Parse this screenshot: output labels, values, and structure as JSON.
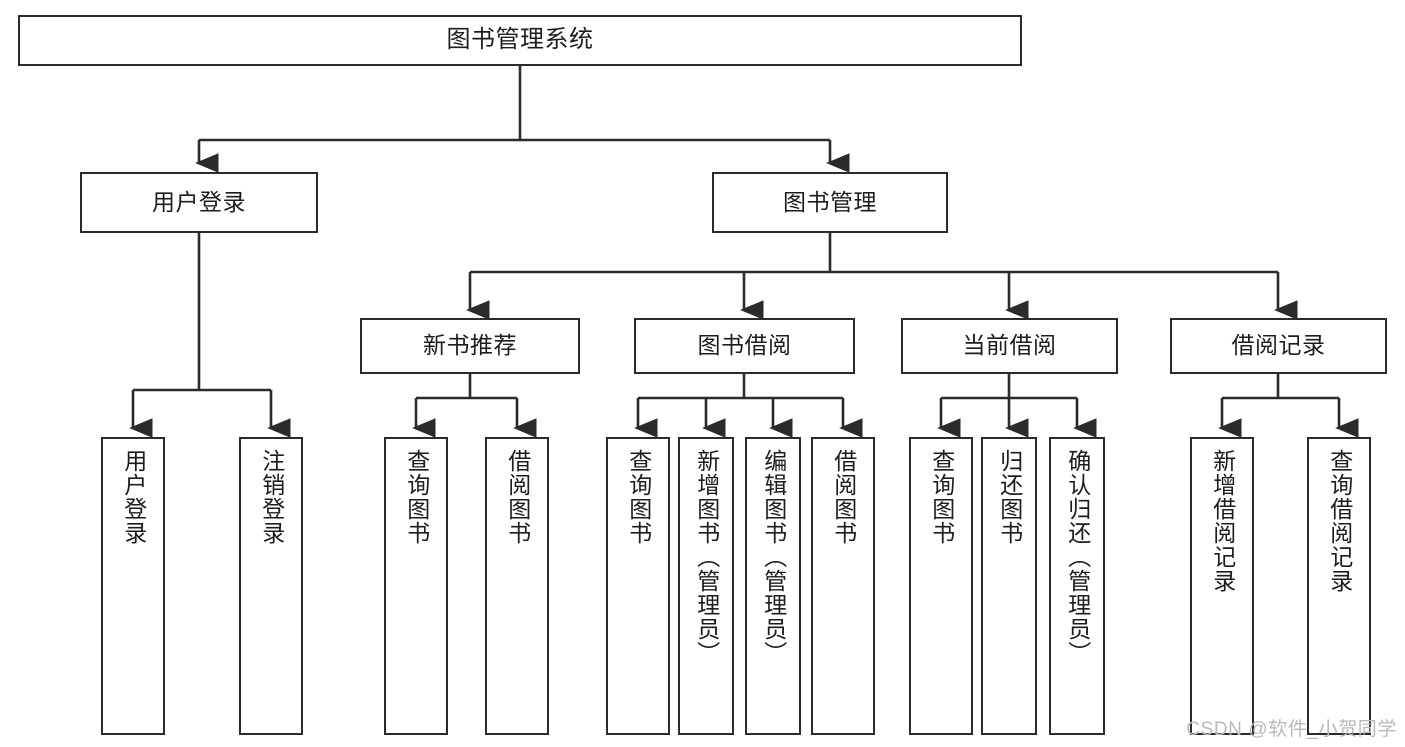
{
  "diagram": {
    "title": "图书管理系统",
    "watermark": "CSDN @软件_小贺同学",
    "stroke_color": "#2b2b2b",
    "background_color": "#ffffff",
    "text_color": "#1d1d1d",
    "watermark_color": "#b9b9b9"
  },
  "nodes": {
    "root": {
      "label": "图书管理系统"
    },
    "level2": [
      {
        "label": "用户登录"
      },
      {
        "label": "图书管理"
      }
    ],
    "level3": [
      {
        "label": "新书推荐"
      },
      {
        "label": "图书借阅"
      },
      {
        "label": "当前借阅"
      },
      {
        "label": "借阅记录"
      }
    ],
    "leaves": [
      {
        "label": "用户登录"
      },
      {
        "label": "注销登录"
      },
      {
        "label": "查询图书"
      },
      {
        "label": "借阅图书"
      },
      {
        "label": "查询图书"
      },
      {
        "label": "新增图书（管理员）"
      },
      {
        "label": "编辑图书（管理员）"
      },
      {
        "label": "借阅图书"
      },
      {
        "label": "查询图书"
      },
      {
        "label": "归还图书"
      },
      {
        "label": "确认归还（管理员）"
      },
      {
        "label": "新增借阅记录"
      },
      {
        "label": "查询借阅记录"
      }
    ]
  },
  "tree": {
    "图书管理系统": [
      "用户登录",
      "图书管理"
    ],
    "用户登录": [
      "用户登录",
      "注销登录"
    ],
    "图书管理": [
      "新书推荐",
      "图书借阅",
      "当前借阅",
      "借阅记录"
    ],
    "新书推荐": [
      "查询图书",
      "借阅图书"
    ],
    "图书借阅": [
      "查询图书",
      "新增图书（管理员）",
      "编辑图书（管理员）",
      "借阅图书"
    ],
    "当前借阅": [
      "查询图书",
      "归还图书",
      "确认归还（管理员）"
    ],
    "借阅记录": [
      "新增借阅记录",
      "查询借阅记录"
    ]
  }
}
